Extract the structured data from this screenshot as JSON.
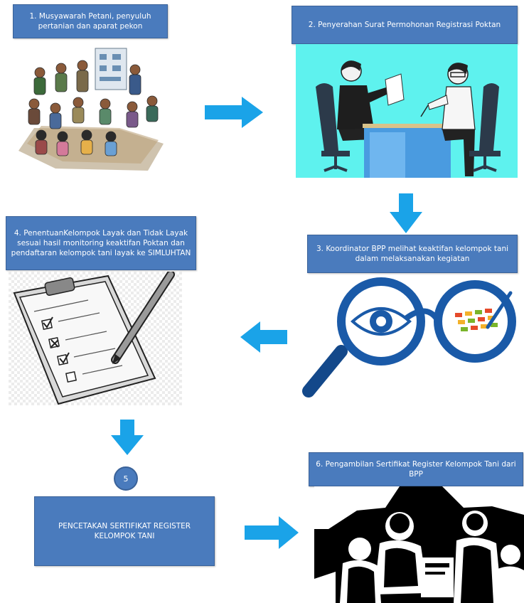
{
  "steps": {
    "step1": "1. Musyawarah Petani, penyuluh pertanian dan aparat pekon",
    "step2": "2. Penyerahan Surat Permohonan Registrasi Poktan",
    "step3": "3. Koordinator BPP melihat keaktifan kelompok tani dalam melaksanakan kegiatan",
    "step4": "4. PenentuanKelompok Layak dan Tidak Layak sesuai hasil monitoring keaktifan Poktan dan pendaftaran kelompok  tani layak ke SIMLUHTAN",
    "step5_number": "5",
    "step5": "PENCETAKAN SERTIFIKAT REGISTER KELOMPOK TANI",
    "step6": "6. Pengambilan Sertifikat Register Kelompok Tani dari BPP"
  },
  "colors": {
    "box_fill": "#4a7bbd",
    "arrow": "#1aa3e8",
    "teal_bg": "#5ef2ee"
  },
  "icons": {
    "illustration1": "farmers-meeting-illustration",
    "illustration2": "document-handover-illustration",
    "illustration3": "magnifier-eye-illustration",
    "illustration4": "clipboard-checklist-illustration",
    "illustration6": "certificate-photo-illustration"
  }
}
